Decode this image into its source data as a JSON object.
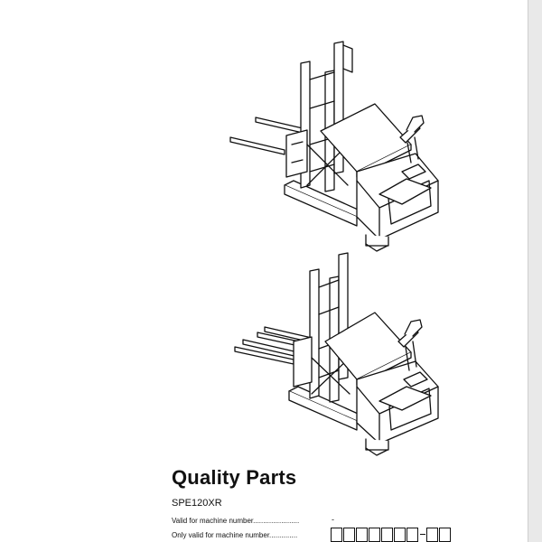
{
  "document": {
    "title": "Quality Parts",
    "model": "SPE120XR",
    "valid_for_label": "Valid for machine number.......................",
    "valid_for_separator": "-",
    "only_valid_for_label": "Only valid for machine number.............."
  },
  "illustrations": [
    {
      "name": "stacker-truck-single-forks-icon"
    },
    {
      "name": "stacker-truck-double-forks-icon"
    }
  ],
  "serial_boxes": {
    "before_hyphen": 7,
    "after_hyphen": 2
  }
}
